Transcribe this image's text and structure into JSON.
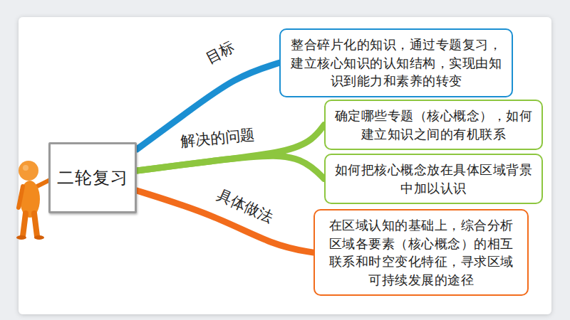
{
  "diagram": {
    "nodes": [
      {
        "text": [
          "二轮复习"
        ]
      },
      {
        "text": [
          "整合碎片化的知识，通过专题复习，建立核心知识的认知结构，实现由知识到能力和素养的转变"
        ]
      },
      {
        "text": [
          "确定哪些专题（核心概念），如何建立知识之间的有机联系"
        ]
      },
      {
        "text": [
          "如何把核心概念放在具体区域背景中加以认识"
        ]
      },
      {
        "text": [
          "在区域认知的基础上，综合分析区域各要素（核心概念）的相互联系和时空变化特征，寻求区域可持续发展的途径"
        ]
      }
    ],
    "edges": [
      {
        "from": 0,
        "to": 1,
        "arrow": "none",
        "label": "目标"
      },
      {
        "from": 0,
        "to": 2,
        "arrow": "none",
        "label": "解决的问题"
      },
      {
        "from": 0,
        "to": 3,
        "arrow": "none"
      },
      {
        "from": 0,
        "to": 4,
        "arrow": "none",
        "label": "具体做法"
      }
    ]
  }
}
